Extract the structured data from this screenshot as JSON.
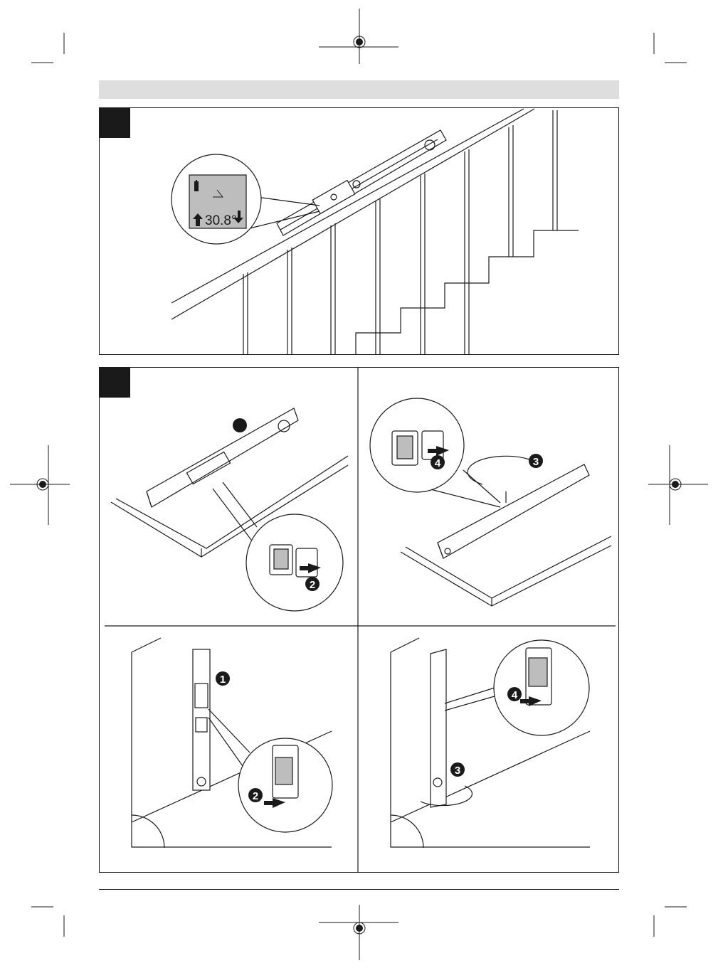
{
  "page": {
    "figures": [
      {
        "display": {
          "readout": "30.8°"
        }
      },
      {
        "callouts": {
          "step_1": "1",
          "step_2": "2",
          "step_3": "3",
          "step_4": "4"
        }
      }
    ]
  },
  "icons": [
    "registration-mark",
    "crop-mark",
    "battery-icon",
    "angle-icon",
    "arrow-up-icon",
    "arrow-down-icon",
    "rotate-arrow-icon",
    "push-arrow-icon"
  ]
}
